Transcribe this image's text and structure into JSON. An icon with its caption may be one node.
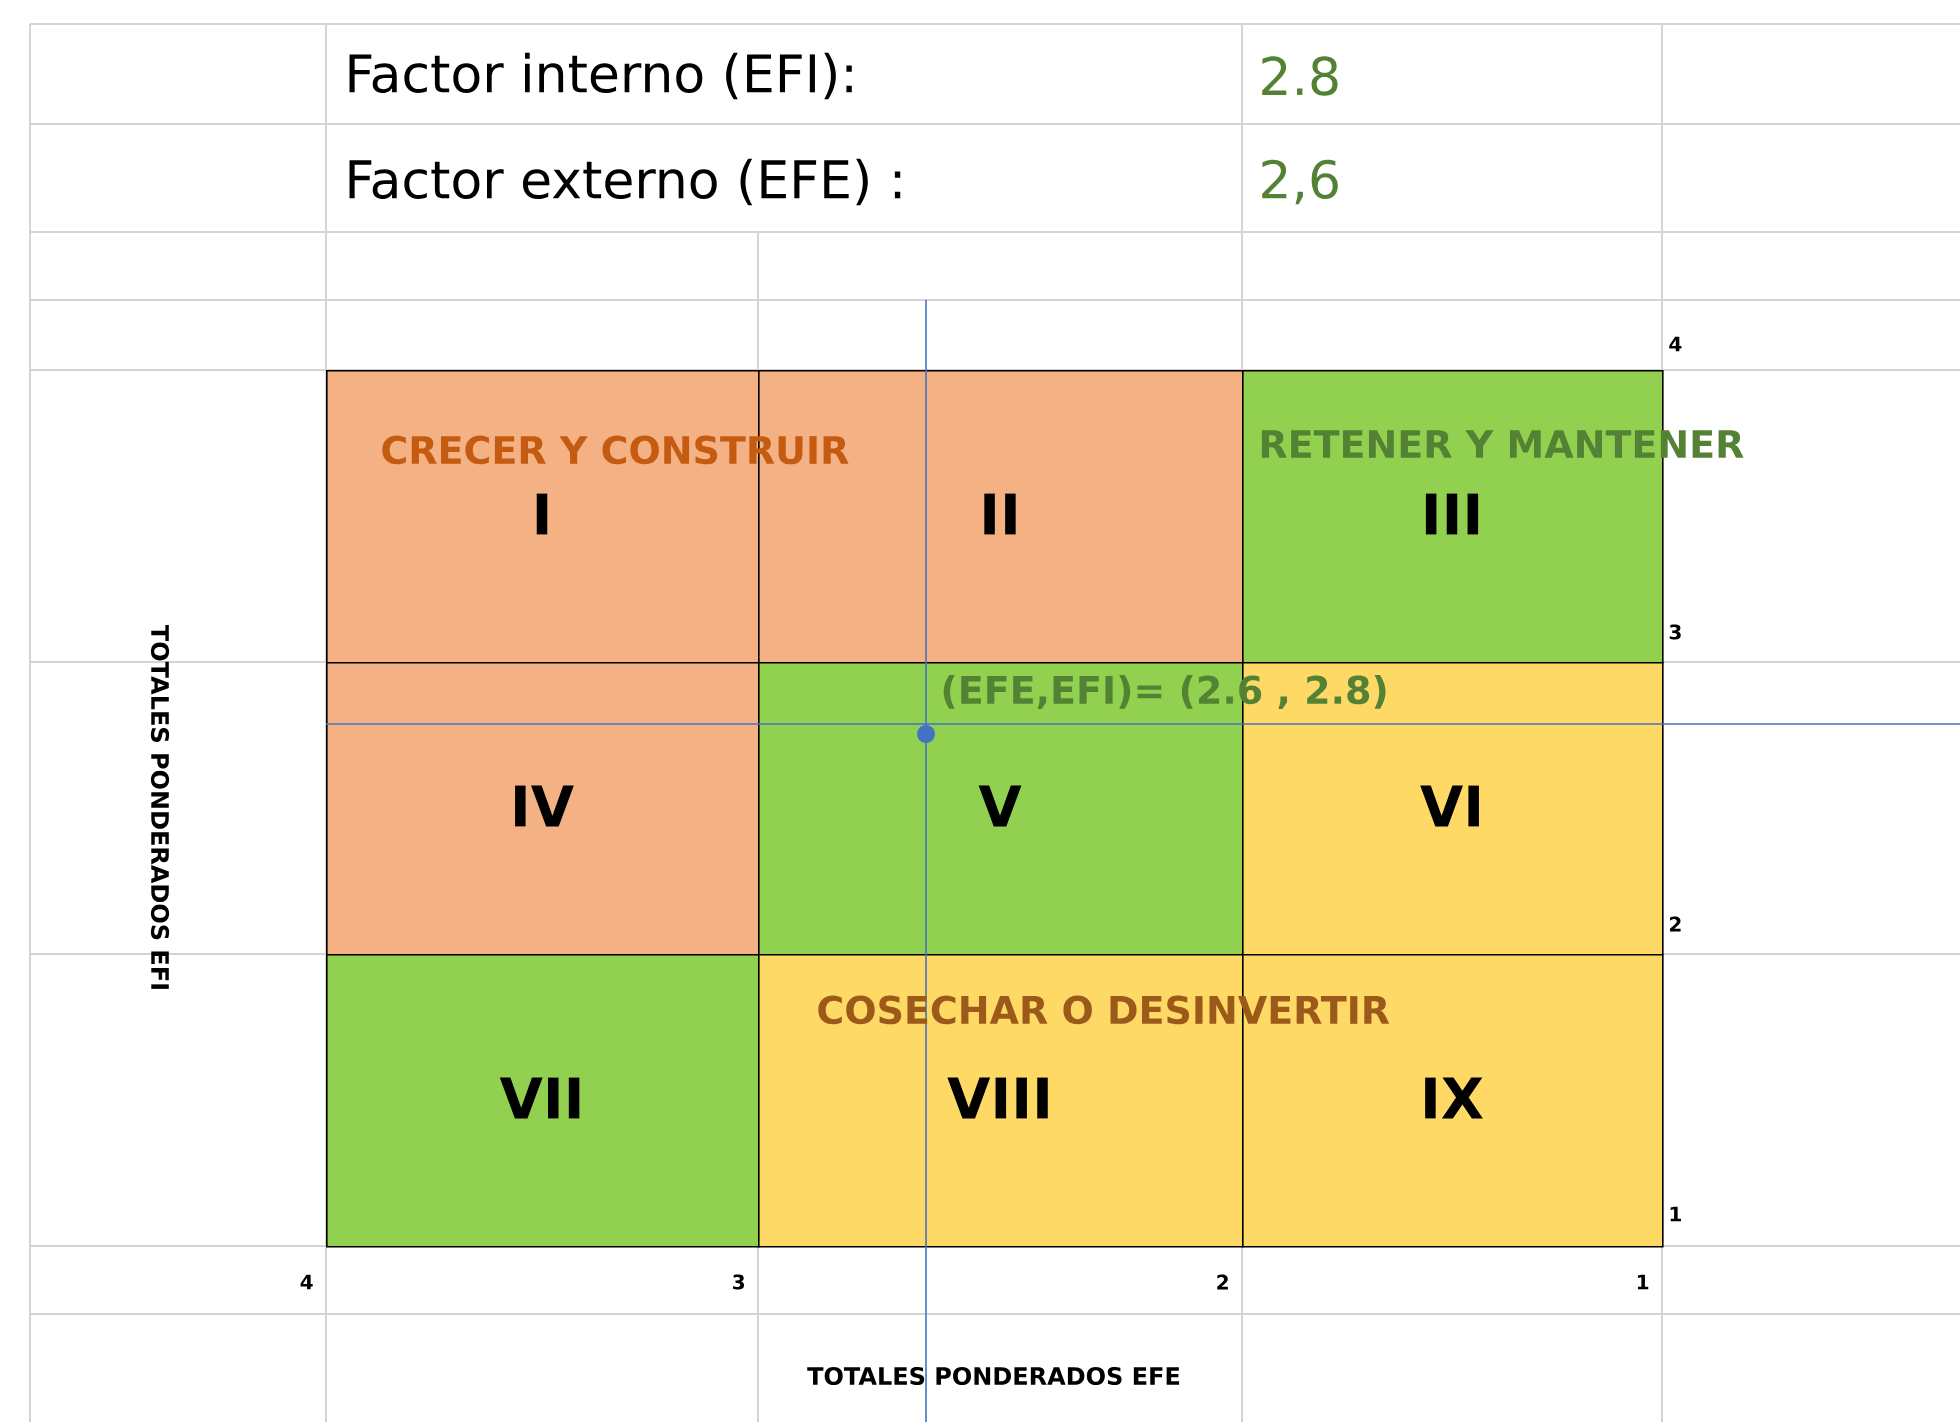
{
  "diagram": {
    "nodes": [
      {
        "text": [
          "I"
        ]
      },
      {
        "text": [
          "II"
        ]
      },
      {
        "text": [
          "III"
        ]
      },
      {
        "text": [
          "IV"
        ]
      },
      {
        "text": [
          "V"
        ]
      },
      {
        "text": [
          "VI"
        ]
      },
      {
        "text": [
          "VII"
        ]
      },
      {
        "text": [
          "VIII"
        ]
      },
      {
        "text": [
          "IX"
        ]
      }
    ],
    "labels": [
      "Factor interno (EFI):",
      "2.8",
      "Factor externo (EFE) :",
      "2,6",
      "4",
      "CRECER Y CONSTRUIR",
      "RETENER Y MANTENER",
      "3",
      "(EFE,EFI)= (2.6 , 2.8)",
      "2",
      "COSECHAR O DESINVERTIR",
      "1",
      "TOTALES PONDERADOS EFI",
      "4",
      "3",
      "2",
      "1",
      "TOTALES PONDERADOS EFE"
    ]
  }
}
